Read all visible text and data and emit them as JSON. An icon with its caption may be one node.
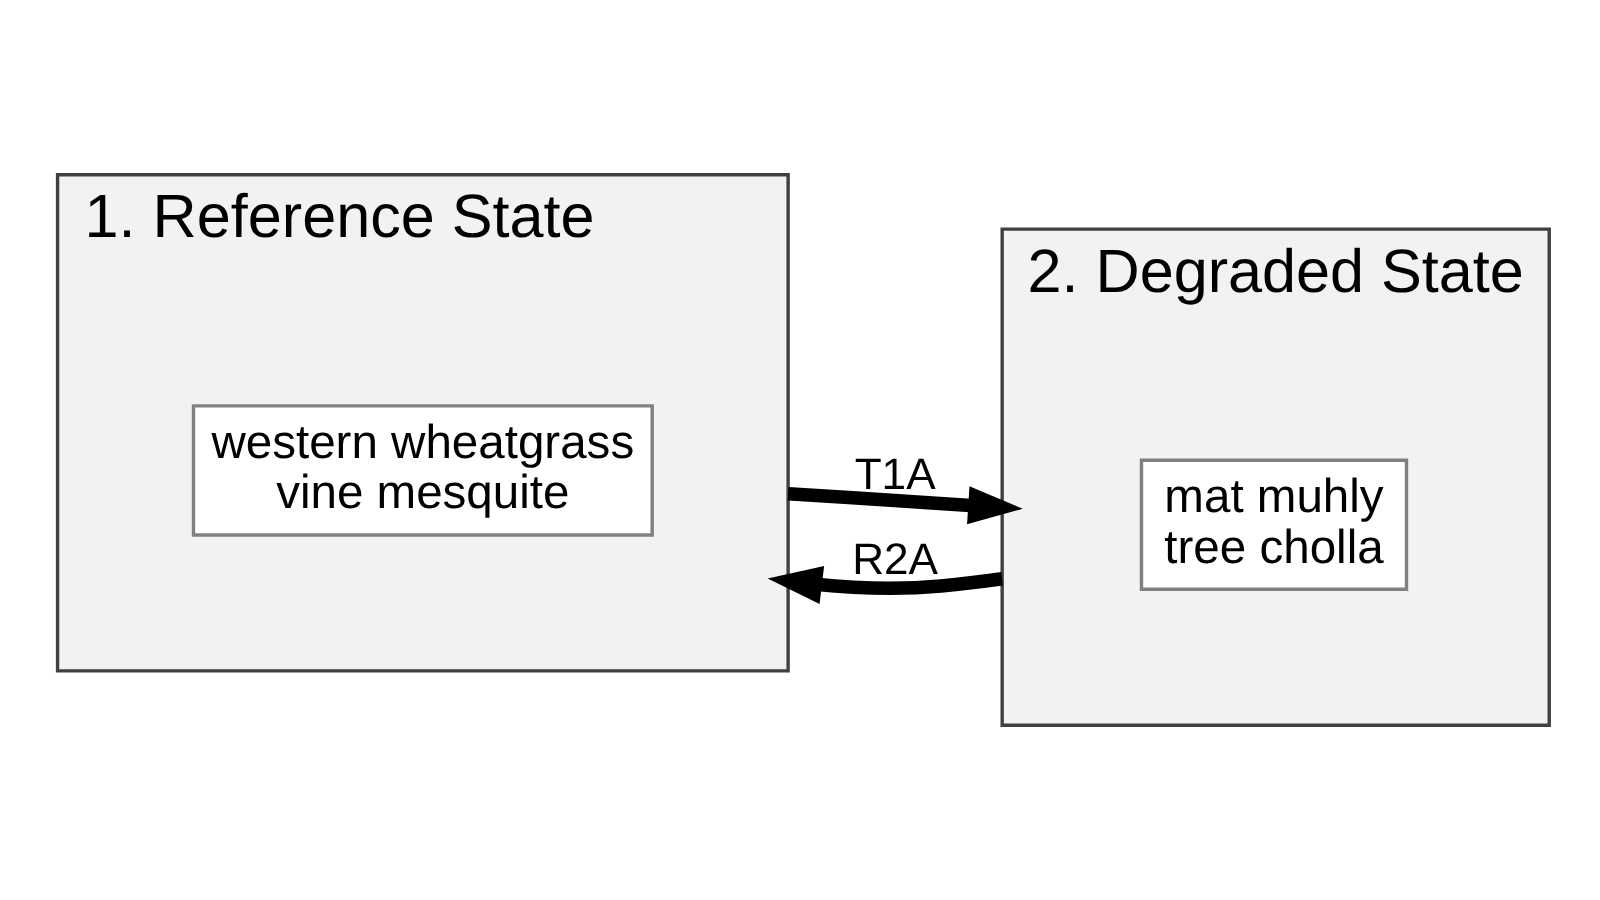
{
  "diagram": {
    "nodes": [
      {
        "text": [
          "1. Reference State"
        ]
      },
      {
        "text": [
          "western wheatgrass",
          "vine mesquite"
        ],
        "in": 0
      },
      {
        "text": [
          "2. Degraded State"
        ]
      },
      {
        "text": [
          "mat muhly",
          "tree cholla"
        ],
        "in": 2
      }
    ],
    "edges": [
      {
        "from": 0,
        "to": 2,
        "arrow": "to",
        "label": "T1A"
      },
      {
        "from": 2,
        "to": 0,
        "arrow": "to",
        "label": "R2A"
      }
    ]
  }
}
